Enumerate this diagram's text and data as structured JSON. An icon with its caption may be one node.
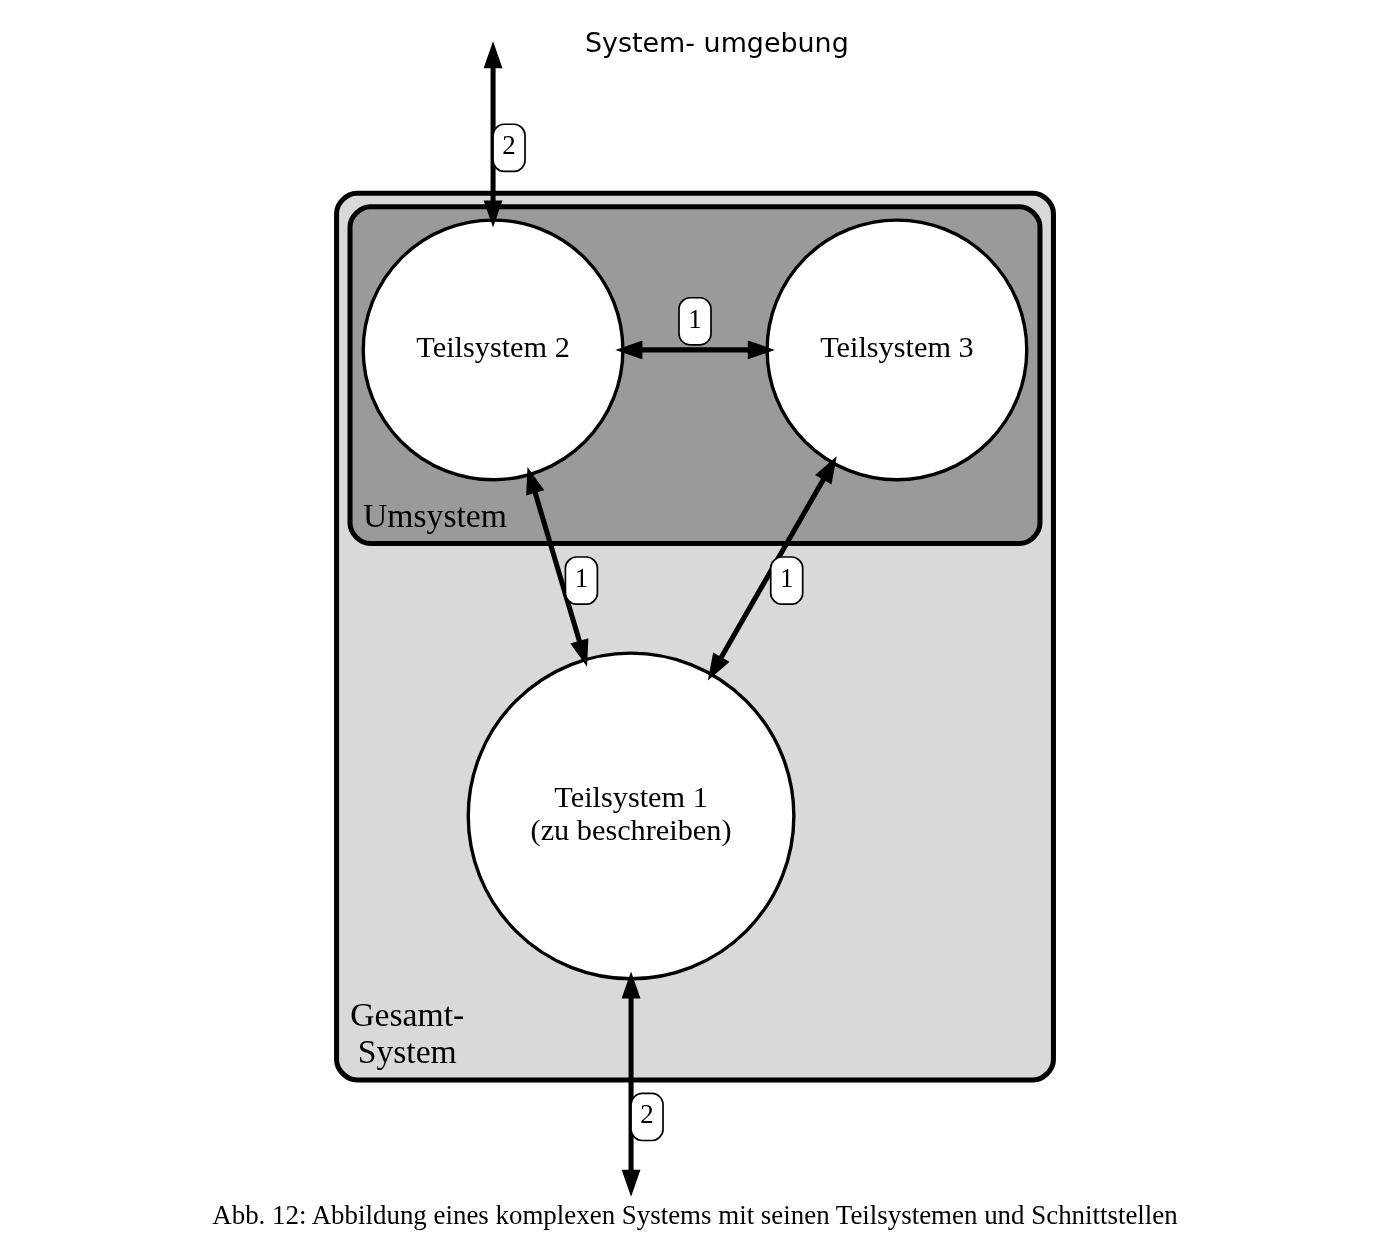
{
  "diagram": {
    "caption": "Abb. 12: Abbildung eines komplexen Systems mit seinen Teilsystemen und Schnittstellen",
    "nodes": [
      {
        "text": [
          "Gesamt-",
          "System"
        ]
      },
      {
        "text": [
          "Umsystem"
        ],
        "in": 0
      },
      {
        "text": [
          "Teilsystem 2"
        ],
        "in": 1
      },
      {
        "text": [
          "Teilsystem 3"
        ],
        "in": 1
      },
      {
        "text": [
          "Teilsystem 1",
          "(zu beschreiben)"
        ],
        "in": 0
      }
    ],
    "edges": [
      {
        "from": null,
        "to": 2,
        "arrow": "both",
        "label": "2"
      },
      {
        "from": 2,
        "to": 3,
        "arrow": "both",
        "label": "1"
      },
      {
        "from": 2,
        "to": 4,
        "arrow": "both",
        "label": "1"
      },
      {
        "from": 3,
        "to": 4,
        "arrow": "both",
        "label": "1"
      },
      {
        "from": 4,
        "to": null,
        "arrow": "both",
        "label": "2"
      }
    ],
    "labels": [
      "System- umgebung"
    ]
  }
}
